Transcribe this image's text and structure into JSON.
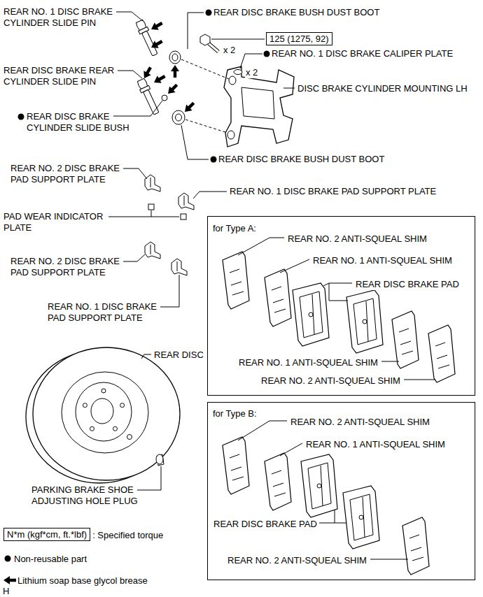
{
  "diagram": {
    "nodes": [
      {
        "text": [
          "125 (1275, 92)"
        ]
      },
      {
        "text": [
          "for Type A:",
          "REAR NO. 2 ANTI-SQUEAL SHIM",
          "REAR NO. 1 ANTI-SQUEAL SHIM",
          "REAR DISC BRAKE PAD",
          "REAR NO. 1 ANTI-SQUEAL SHIM",
          "REAR NO. 2 ANTI-SQUEAL SHIM"
        ]
      },
      {
        "text": [
          "for Type B:",
          "REAR NO. 2 ANTI-SQUEAL SHIM",
          "REAR NO. 1 ANTI-SQUEAL SHIM",
          "REAR DISC BRAKE PAD",
          "REAR NO. 2 ANTI-SQUEAL SHIM"
        ]
      },
      {
        "text": [
          "N*m (kgf*cm, ft.*lbf)"
        ]
      }
    ],
    "labels": [
      "REAR NO. 1 DISC BRAKE CYLINDER SLIDE PIN",
      "REAR DISC BRAKE BUSH DUST BOOT",
      "x 2",
      "REAR NO. 1 DISC BRAKE CALIPER PLATE",
      "REAR DISC BRAKE REAR CYLINDER SLIDE PIN",
      "x 2",
      "DISC BRAKE CYLINDER MOUNTING LH",
      "REAR DISC BRAKE CYLINDER SLIDE BUSH",
      "REAR DISC BRAKE BUSH DUST BOOT",
      "REAR NO. 2 DISC BRAKE PAD SUPPORT PLATE",
      "REAR NO. 1 DISC BRAKE PAD SUPPORT PLATE",
      "PAD WEAR INDICATOR PLATE",
      "REAR NO. 2 DISC BRAKE PAD SUPPORT PLATE",
      "REAR NO. 1 DISC BRAKE PAD SUPPORT PLATE",
      "REAR DISC",
      "PARKING BRAKE SHOE ADJUSTING HOLE PLUG",
      "H"
    ],
    "legend": [
      {
        "text": ": Specified torque"
      },
      {
        "text": "Non-reusable part"
      },
      {
        "text": "Lithium soap base glycol brease"
      }
    ]
  }
}
